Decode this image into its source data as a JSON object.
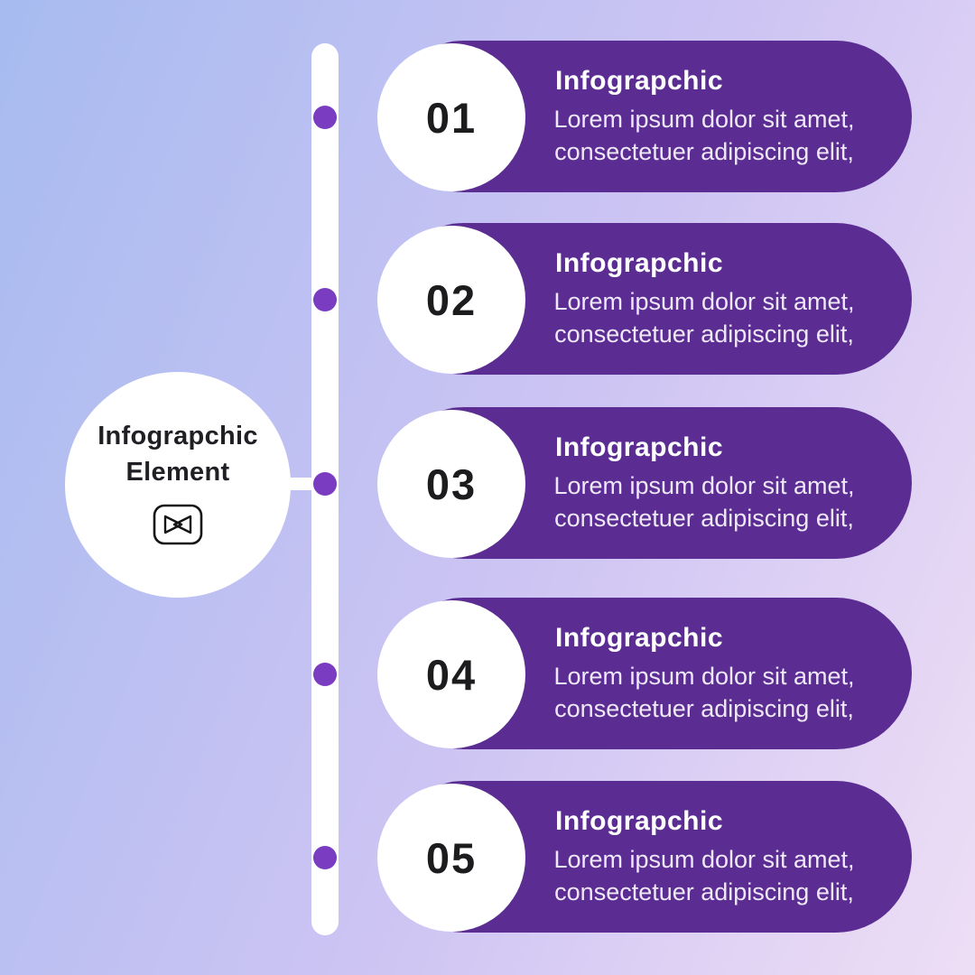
{
  "background": {
    "gradient_start": "#a7bbf0",
    "gradient_mid": "#cdc4f3",
    "gradient_end": "#eedef5"
  },
  "colors": {
    "pill_purple": "#5b2d92",
    "dot_purple": "#7a3cc0",
    "pill_title": "#ffffff",
    "pill_body": "#efe8f8",
    "number_ink": "#1c1c1e",
    "badge_ink": "#1f1f24",
    "white": "#ffffff"
  },
  "center_badge": {
    "line1": "Infograpchic",
    "line2": "Element",
    "logo_icon": "capcut-logo"
  },
  "items": [
    {
      "number": "01",
      "title": "Infograpchic",
      "body": "Lorem ipsum dolor sit amet, consectetuer adipiscing elit,"
    },
    {
      "number": "02",
      "title": "Infograpchic",
      "body": "Lorem ipsum dolor sit amet, consectetuer adipiscing elit,"
    },
    {
      "number": "03",
      "title": "Infograpchic",
      "body": "Lorem ipsum dolor sit amet, consectetuer adipiscing elit,"
    },
    {
      "number": "04",
      "title": "Infograpchic",
      "body": "Lorem ipsum dolor sit amet, consectetuer adipiscing elit,"
    },
    {
      "number": "05",
      "title": "Infograpchic",
      "body": "Lorem ipsum dolor sit amet, consectetuer adipiscing elit,"
    }
  ]
}
